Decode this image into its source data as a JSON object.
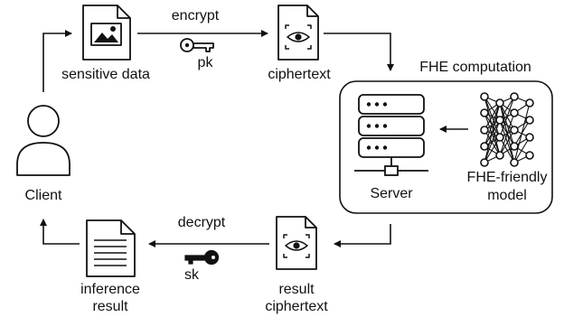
{
  "labels": {
    "encrypt": "encrypt",
    "pk": "pk",
    "sensitive_data": "sensitive data",
    "ciphertext": "ciphertext",
    "fhe_computation": "FHE computation",
    "client": "Client",
    "server": "Server",
    "model_line1": "FHE-friendly",
    "model_line2": "model",
    "decrypt": "decrypt",
    "sk": "sk",
    "inference_line1": "inference",
    "inference_line2": "result",
    "result_line1": "result",
    "result_line2": "ciphertext"
  },
  "icons": [
    "image-document-icon",
    "public-key-icon",
    "encrypted-document-icon",
    "server-icon",
    "neural-network-icon",
    "user-icon",
    "text-document-icon",
    "secret-key-icon"
  ],
  "colors": {
    "stroke": "#111111",
    "background": "#ffffff"
  }
}
